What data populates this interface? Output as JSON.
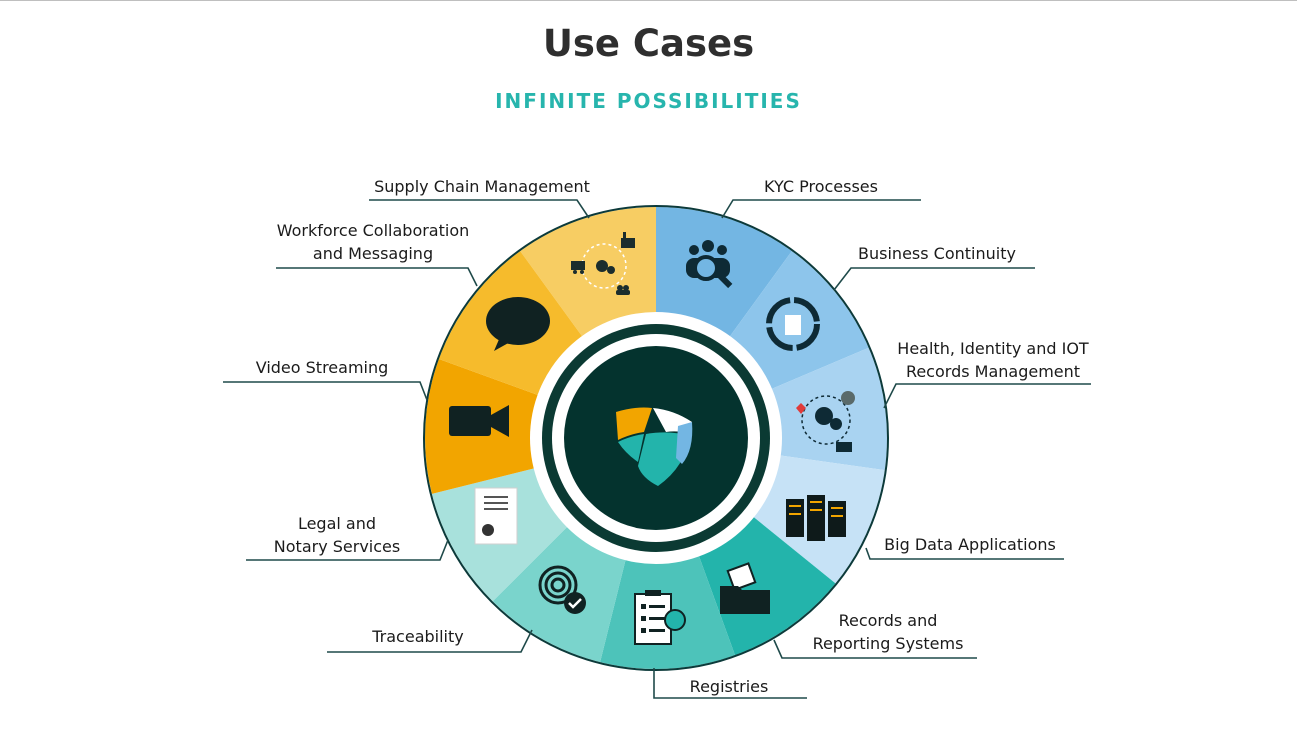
{
  "header": {
    "title": "Use Cases",
    "subtitle": "INFINITE POSSIBILITIES"
  },
  "use_cases": [
    {
      "label": "Supply Chain Management",
      "icon": "supply-chain-icon",
      "color": "#f7cd63"
    },
    {
      "label": "KYC Processes",
      "icon": "kyc-people-search-icon",
      "color": "#73b6e3"
    },
    {
      "label": "Business Continuity",
      "icon": "cycle-building-icon",
      "color": "#8dc5eb"
    },
    {
      "label": "Health, Identity and IOT",
      "label2": "Records Management",
      "icon": "health-gears-icon",
      "color": "#a9d3f1"
    },
    {
      "label": "Big Data Applications",
      "icon": "server-racks-icon",
      "color": "#c6e2f6"
    },
    {
      "label": "Records and",
      "label2": "Reporting Systems",
      "icon": "folder-documents-icon",
      "color": "#23b4ab"
    },
    {
      "label": "Registries",
      "icon": "checklist-clipboard-icon",
      "color": "#4dc3ba"
    },
    {
      "label": "Traceability",
      "icon": "fingerprint-check-icon",
      "color": "#7ad4cc"
    },
    {
      "label": "Legal and",
      "label2": "Notary Services",
      "icon": "notary-document-icon",
      "color": "#a8e1dc"
    },
    {
      "label": "Video Streaming",
      "icon": "video-camera-icon",
      "color": "#f2a500"
    },
    {
      "label": "Workforce Collaboration",
      "label2": "and Messaging",
      "icon": "chat-bubble-icon",
      "color": "#f6bb2c"
    }
  ],
  "center": {
    "icon": "shield-logo-icon",
    "bg_color": "#04332e"
  }
}
